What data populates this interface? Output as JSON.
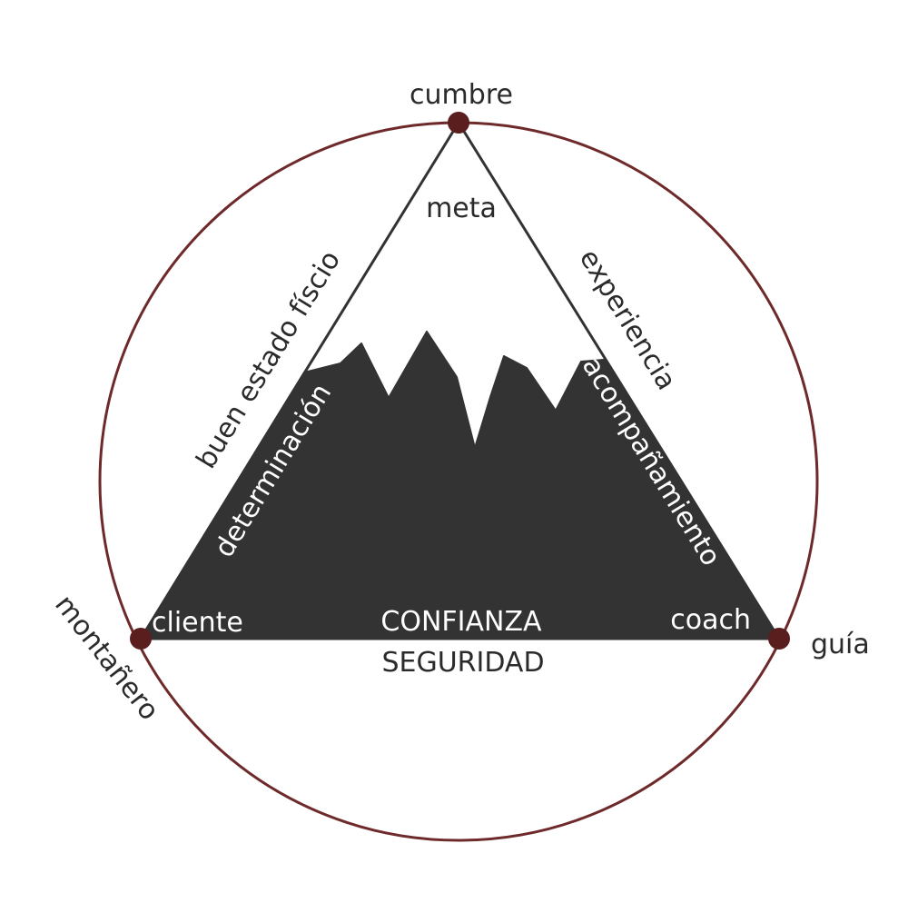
{
  "colors": {
    "circle": "#6e2a2a",
    "node": "#5a1e1e",
    "mountain": "#333333",
    "line": "#333333",
    "text_dark": "#2b2b2b",
    "text_light": "#ffffff",
    "background": "#ffffff"
  },
  "nodes": {
    "top": "cumbre",
    "left": "montañero",
    "right": "guía"
  },
  "labels": {
    "meta": "meta",
    "left_outer": "buen estado físcio",
    "right_outer": "experiencia",
    "left_inner": "determinación",
    "right_inner": "acompañamiento",
    "cliente": "cliente",
    "coach": "coach",
    "confianza": "CONFIANZA",
    "seguridad": "SEGURIDAD"
  }
}
